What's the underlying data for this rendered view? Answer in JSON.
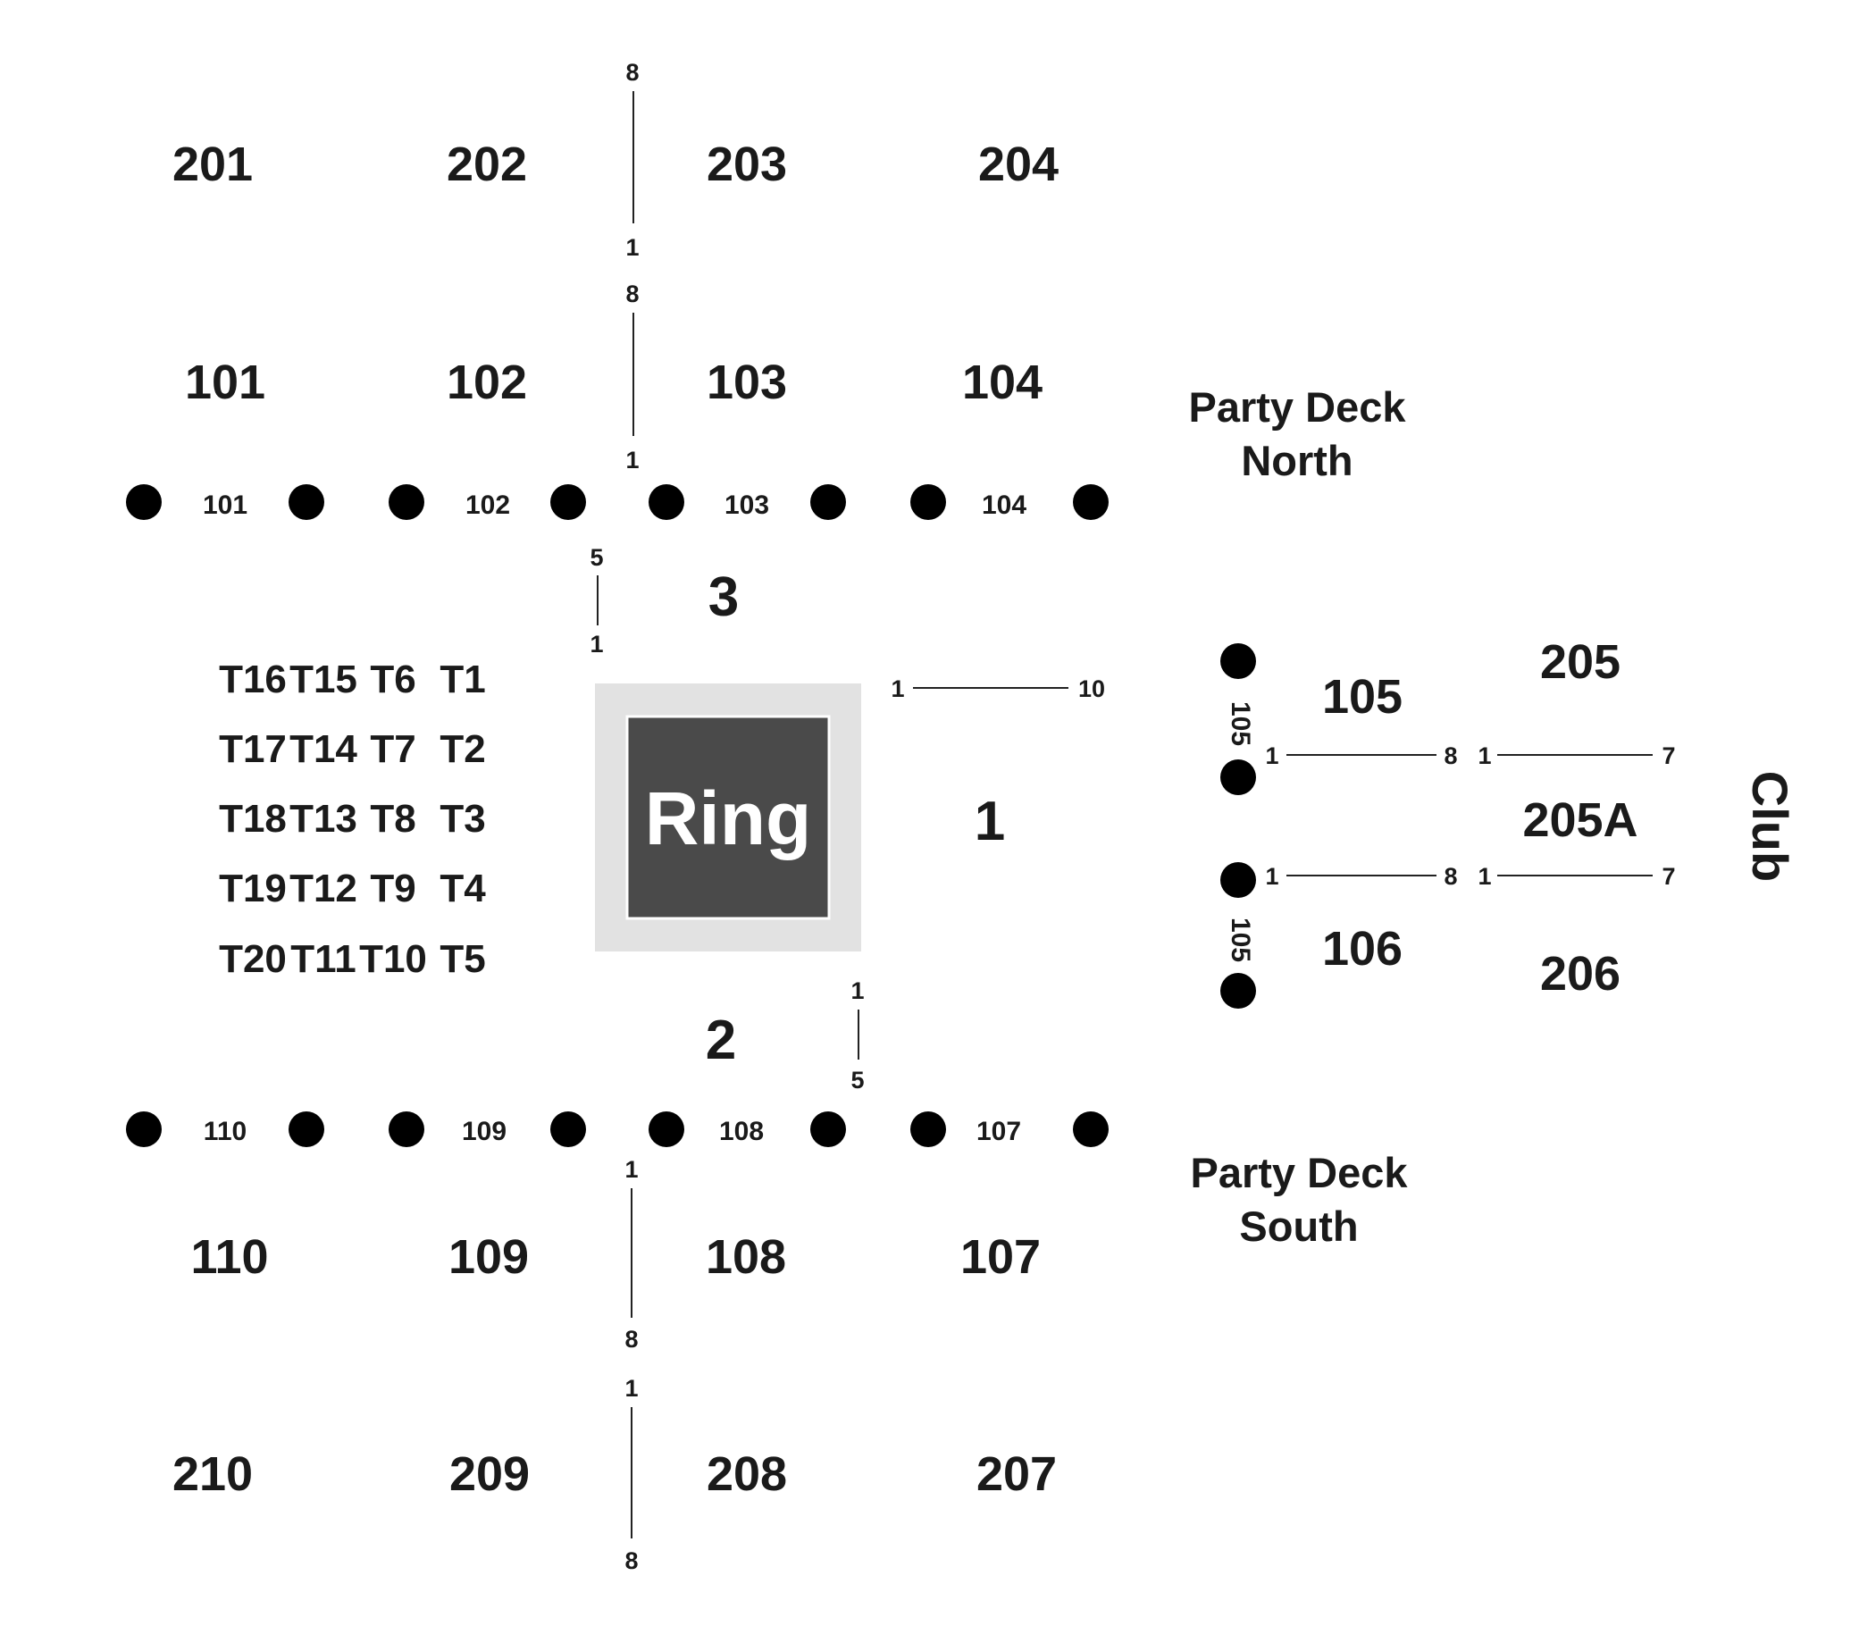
{
  "upper_north": [
    "201",
    "202",
    "203",
    "204"
  ],
  "lower_north": [
    "101",
    "102",
    "103",
    "104"
  ],
  "north_access": [
    "101",
    "102",
    "103",
    "104"
  ],
  "lower_south": [
    "110",
    "109",
    "108",
    "107"
  ],
  "upper_south": [
    "210",
    "209",
    "208",
    "207"
  ],
  "south_access": [
    "110",
    "109",
    "108",
    "107"
  ],
  "tables": [
    [
      "T16",
      "T15",
      "T6",
      "T1"
    ],
    [
      "T17",
      "T14",
      "T7",
      "T2"
    ],
    [
      "T18",
      "T13",
      "T8",
      "T3"
    ],
    [
      "T19",
      "T12",
      "T9",
      "T4"
    ],
    [
      "T20",
      "T11",
      "T10",
      "T5"
    ]
  ],
  "ring": {
    "label": "Ring",
    "floor_sections": [
      "3",
      "1",
      "2"
    ]
  },
  "east": {
    "sections": [
      "105",
      "106",
      "205",
      "205A",
      "206"
    ],
    "access_labels": [
      "105",
      "105"
    ],
    "club": "Club"
  },
  "party_deck_north": [
    "Party Deck",
    "North"
  ],
  "party_deck_south": [
    "Party Deck",
    "South"
  ],
  "row_markers": {
    "n_upper": [
      "8",
      "1"
    ],
    "n_lower": [
      "8",
      "1"
    ],
    "floor_3": [
      "5",
      "1"
    ],
    "floor_1": [
      "1",
      "10"
    ],
    "floor_2": [
      "1",
      "5"
    ],
    "s_lower": [
      "1",
      "8"
    ],
    "s_upper": [
      "1",
      "8"
    ],
    "e_105": [
      "1",
      "8"
    ],
    "e_205": [
      "1",
      "7"
    ],
    "e_106": [
      "1",
      "8"
    ],
    "e_206": [
      "1",
      "7"
    ]
  },
  "icons": {
    "accessible": "wheelchair-icon"
  },
  "colors": {
    "ring": "#4a4a4a",
    "ring_apron": "#e2e2e2",
    "accessible": "#1a3fd0",
    "text": "#1a1a1a"
  }
}
